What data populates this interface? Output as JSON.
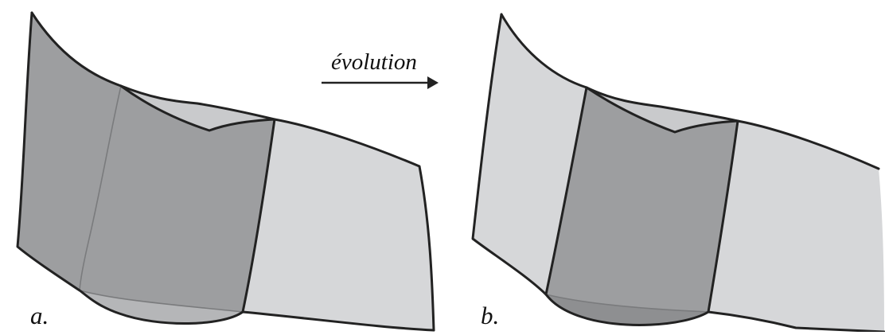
{
  "panels": [
    {
      "label": "a."
    },
    {
      "label": "b."
    }
  ],
  "transition": {
    "label": "évolution",
    "arrow_icon": "arrow-right-icon"
  },
  "colors": {
    "dark_face": "#9d9ea0",
    "light_face": "#d6d7d9",
    "inner_face": "#c9cacc",
    "outline": "#222222",
    "crease": "#7a7b7d"
  }
}
